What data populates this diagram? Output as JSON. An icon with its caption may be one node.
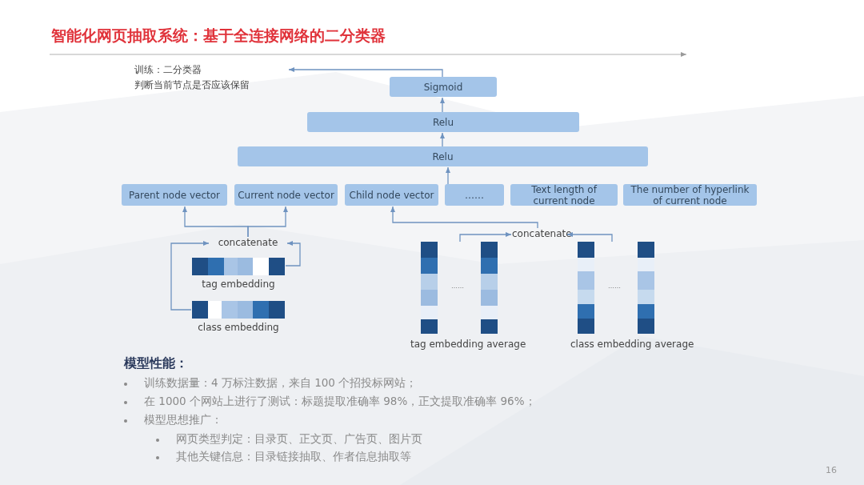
{
  "diagram": {
    "title": "智能化网页抽取系统：基于全连接网络的二分类器",
    "nodes": [
      {
        "text": [
          "Sigmoid"
        ]
      },
      {
        "text": [
          "Relu"
        ]
      },
      {
        "text": [
          "Relu"
        ]
      },
      {
        "text": [
          "Parent node vector"
        ]
      },
      {
        "text": [
          "Current node vector"
        ]
      },
      {
        "text": [
          "Child node vector"
        ]
      },
      {
        "text": [
          "……"
        ]
      },
      {
        "text": [
          "Text length of current node"
        ]
      },
      {
        "text": [
          "The number of hyperlink of current node"
        ]
      },
      {
        "text": [
          "concatenate"
        ]
      },
      {
        "text": [
          "tag embedding"
        ]
      },
      {
        "text": [
          "class embedding"
        ]
      },
      {
        "text": [
          "concatenate"
        ]
      },
      {
        "text": [
          "tag embedding average"
        ]
      },
      {
        "text": [
          "class embedding average"
        ]
      },
      {
        "text": [
          "训练：二分类器",
          "判断当前节点是否应该保留"
        ]
      }
    ],
    "edges": [
      {
        "from": 2,
        "to": 1,
        "arrow": "to"
      },
      {
        "from": 1,
        "to": 0,
        "arrow": "to"
      },
      {
        "from": 0,
        "to": 15,
        "arrow": "to"
      },
      {
        "from": 9,
        "to": 3,
        "arrow": "to"
      },
      {
        "from": 9,
        "to": 4,
        "arrow": "to"
      },
      {
        "from": 10,
        "to": 9,
        "arrow": "to"
      },
      {
        "from": 11,
        "to": 9,
        "arrow": "to"
      },
      {
        "from": 12,
        "to": 5,
        "arrow": "to"
      },
      {
        "from": 13,
        "to": 12,
        "arrow": "to"
      },
      {
        "from": 14,
        "to": 12,
        "arrow": "to"
      },
      {
        "from": 6,
        "to": 2,
        "arrow": "to"
      }
    ],
    "labels": [
      "……",
      "……",
      "模型性能：",
      "训练数据量：4 万标注数据，来自 100 个招投标网站；",
      "在 1000 个网站上进行了测试：标题提取准确率 98%，正文提取准确率 96%；",
      "模型思想推广：",
      "网页类型判定：目录页、正文页、广告页、图片页",
      "其他关键信息：目录链接抽取、作者信息抽取等",
      "16"
    ]
  }
}
